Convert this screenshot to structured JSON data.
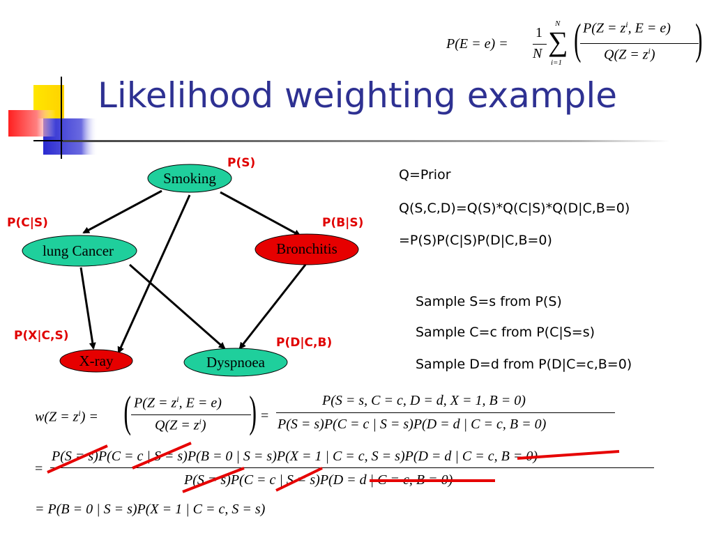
{
  "slide": {
    "title": "Likelihood weighting example"
  },
  "top_formula": {
    "lhs": "P(E = e) =",
    "one": "1",
    "N": "N",
    "sum_top": "N",
    "sum_bottom": "i=1",
    "num": "P(Z = z",
    "num_sup": "i",
    "num_tail": ", E = e)",
    "den": "Q(Z = z",
    "den_sup": "i",
    "den_tail": ")"
  },
  "network": {
    "nodes": {
      "smoking": "Smoking",
      "cancer": "lung Cancer",
      "bronchitis": "Bronchitis",
      "xray": "X-ray",
      "dyspnoea": "Dyspnoea"
    },
    "cpt_labels": {
      "ps": "P(S)",
      "pcs": "P(C|S)",
      "pbs": "P(B|S)",
      "pxcs": "P(X|C,S)",
      "pdcb": "P(D|C,B)"
    },
    "colors": {
      "green": "#1fcf9c",
      "red": "#e60000"
    }
  },
  "right_text": {
    "line1": "Q=Prior",
    "line2": "Q(S,C,D)=Q(S)*Q(C|S)*Q(D|C,B=0)",
    "line3": "=P(S)P(C|S)P(D|C,B=0)",
    "sample1": "Sample S=s from P(S)",
    "sample2": "Sample C=c from P(C|S=s)",
    "sample3": "Sample D=d from P(D|C=c,B=0)"
  },
  "weight_formula": {
    "lhs": "w(Z = z",
    "lhs_sup": "i",
    "lhs_tail": ") =",
    "p_num": "P(Z = z",
    "p_num_sup": "i",
    "p_num_tail": ", E = e)",
    "p_den": "Q(Z = z",
    "p_den_sup": "i",
    "p_den_tail": ")",
    "eq": "=",
    "r_num": "P(S = s, C = c, D = d, X = 1, B = 0)",
    "r_den": "P(S = s)P(C = c | S = s)P(D = d | C = c, B = 0)"
  },
  "expand_formula": {
    "eq": "=",
    "num": "P(S = s)P(C = c | S = s)P(B = 0 | S = s)P(X = 1 | C = c, S = s)P(D = d | C = c, B = 0)",
    "den": "P(S = s)P(C = c | S = s)P(D = d | C = c, B = 0)"
  },
  "final_formula": {
    "text": "= P(B = 0 | S = s)P(X = 1 | C = c, S = s)"
  }
}
